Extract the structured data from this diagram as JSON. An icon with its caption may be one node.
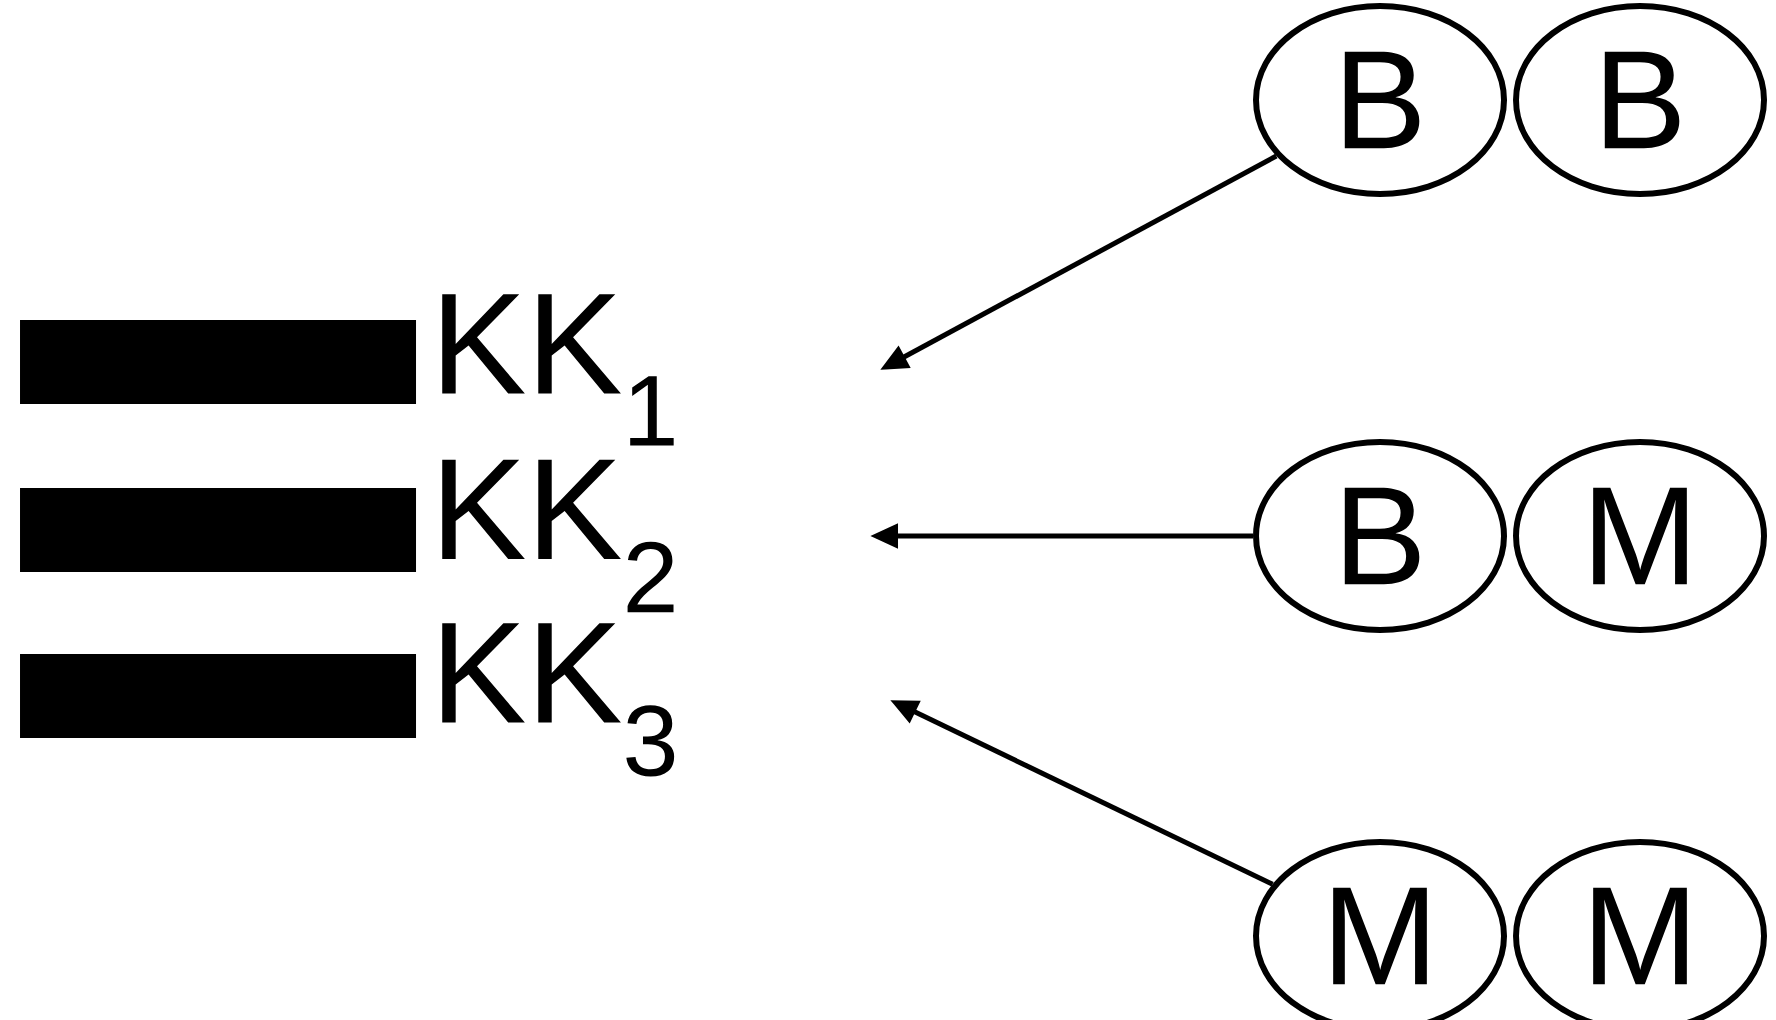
{
  "diagram": {
    "nodes": [
      {
        "text": [
          "KK$_{1}$"
        ]
      },
      {
        "text": [
          "KK$_{2}$"
        ]
      },
      {
        "text": [
          "KK$_{3}$"
        ]
      },
      {
        "text": [
          "B"
        ]
      },
      {
        "text": [
          "B"
        ]
      },
      {
        "text": [
          "B"
        ]
      },
      {
        "text": [
          "M"
        ]
      },
      {
        "text": [
          "M"
        ]
      },
      {
        "text": [
          "M"
        ]
      }
    ],
    "edges": [
      {
        "from": 3,
        "to": null,
        "arrow": "to"
      },
      {
        "from": 5,
        "to": null,
        "arrow": "to"
      },
      {
        "from": 7,
        "to": null,
        "arrow": "to"
      }
    ]
  }
}
